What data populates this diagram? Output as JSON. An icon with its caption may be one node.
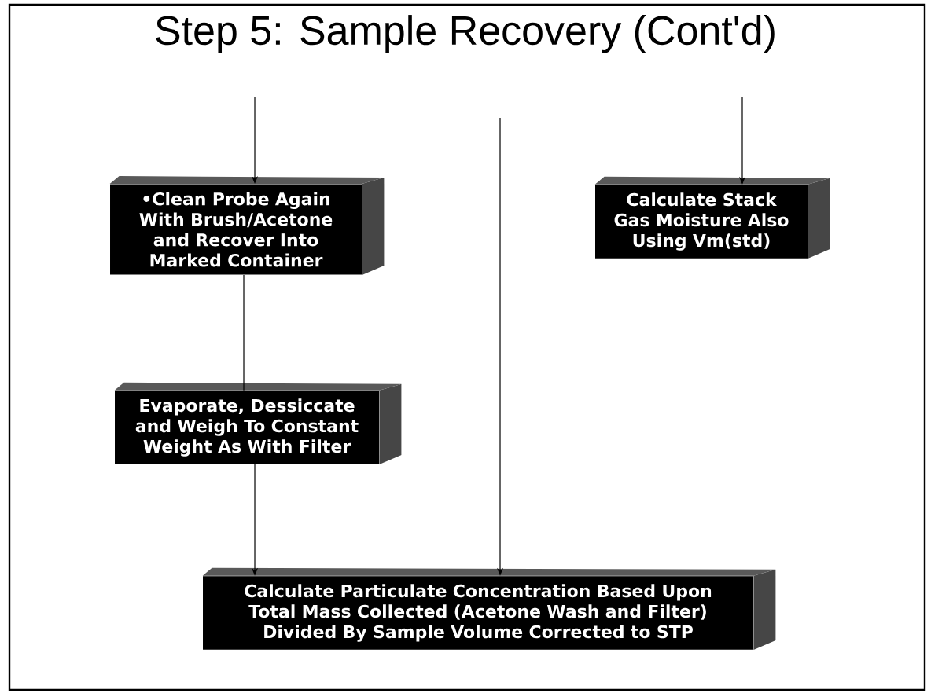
{
  "diagram": {
    "title": "Step 5:  Sample Recovery (Cont'd)",
    "nodes": [
      {
        "text": [
          "•Clean Probe Again With Brush/Acetone and Recover Into Marked Container"
        ]
      },
      {
        "text": [
          "Calculate Stack Gas Moisture Also Using Vm(std)"
        ]
      },
      {
        "text": [
          "Evaporate, Dessiccate and Weigh To Constant Weight As With Filter"
        ]
      },
      {
        "text": [
          "Calculate Particulate Concentration Based Upon Total Mass Collected (Acetone Wash and Filter) Divided By Sample Volume Corrected to STP"
        ]
      }
    ],
    "edges": [
      {
        "from": null,
        "to": 0,
        "arrow": "to"
      },
      {
        "from": null,
        "to": 3,
        "arrow": "to"
      },
      {
        "from": null,
        "to": 1,
        "arrow": "to"
      },
      {
        "from": 0,
        "to": 2,
        "arrow": "none"
      },
      {
        "from": 2,
        "to": 3,
        "arrow": "to"
      }
    ]
  }
}
